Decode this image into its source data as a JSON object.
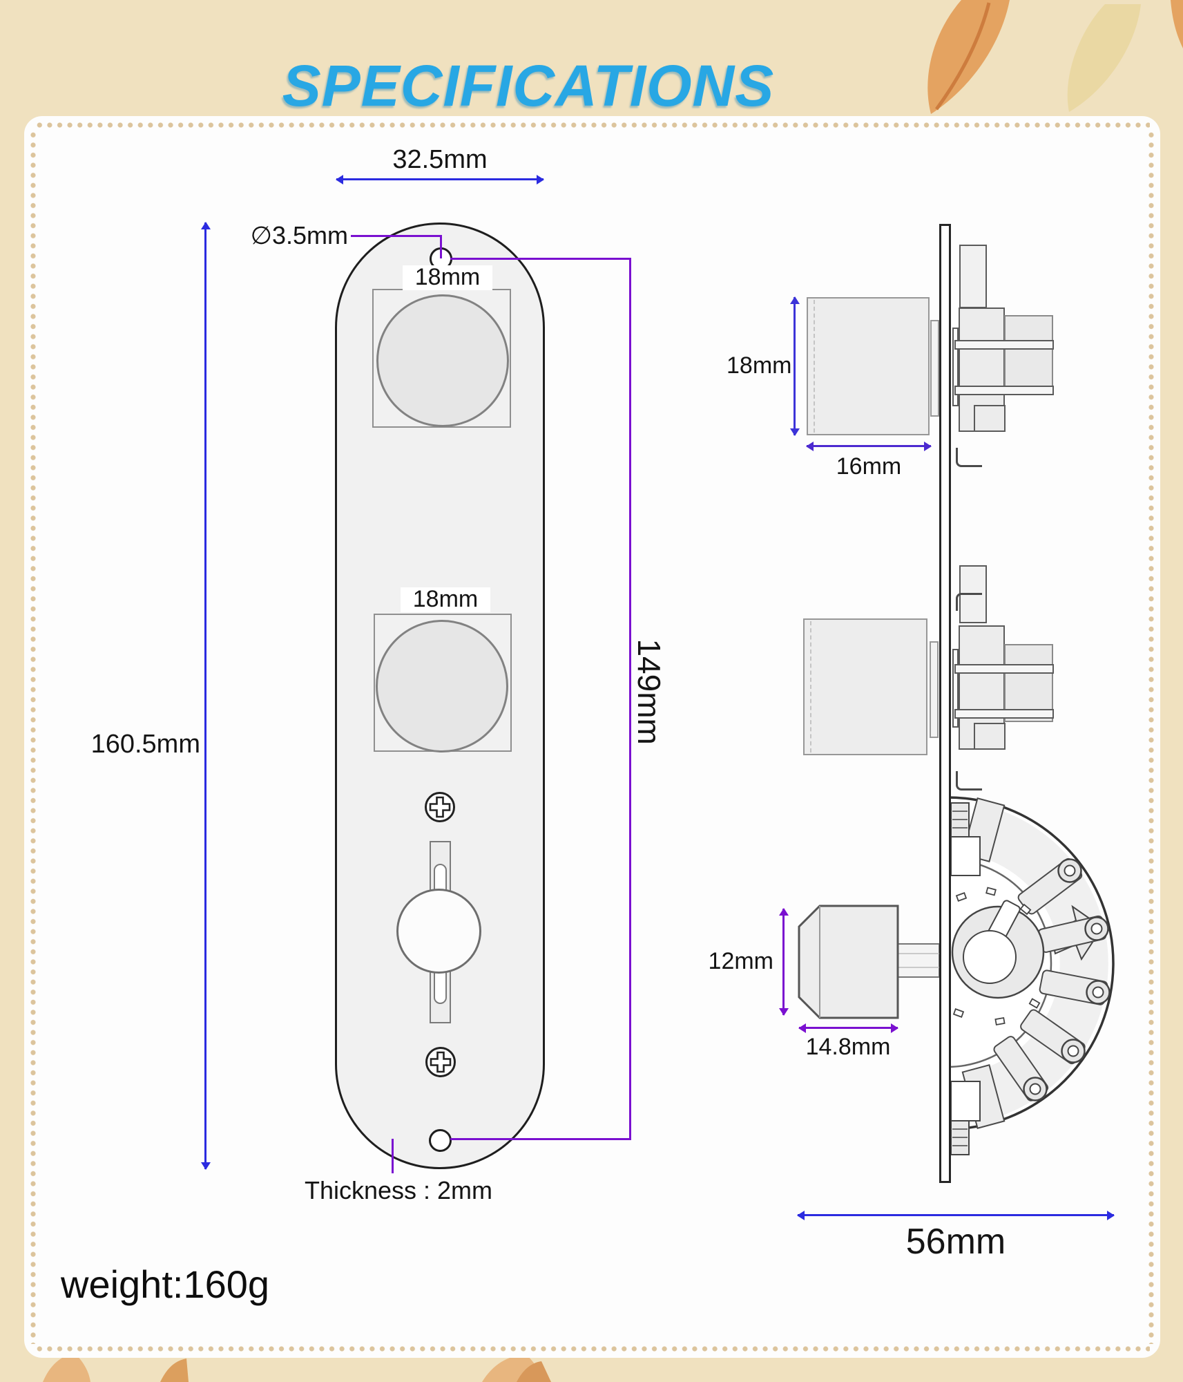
{
  "title": "SPECIFICATIONS",
  "weight_label": "weight:160g",
  "front_view": {
    "name": "control plate front view",
    "dims": {
      "plate_width": "32.5mm",
      "hole_diameter": "∅3.5mm",
      "knob1_diameter": "18mm",
      "knob2_diameter": "18mm",
      "plate_height": "160.5mm",
      "hole_spacing": "149mm",
      "thickness": "Thickness : 2mm"
    }
  },
  "side_view": {
    "name": "control plate side view",
    "dims": {
      "knob_height": "18mm",
      "knob_width": "16mm",
      "switch_tip_height": "12mm",
      "switch_tip_width": "14.8mm",
      "assembly_depth": "56mm"
    }
  },
  "colors": {
    "title_cyan": "#28a7e4",
    "dimension_blue": "#2b2be0",
    "dimension_purple": "#7a10d0",
    "background_cream": "#f0e1bf",
    "card_white": "#fdfdfd",
    "dot_border_tan": "#dcc49c"
  }
}
